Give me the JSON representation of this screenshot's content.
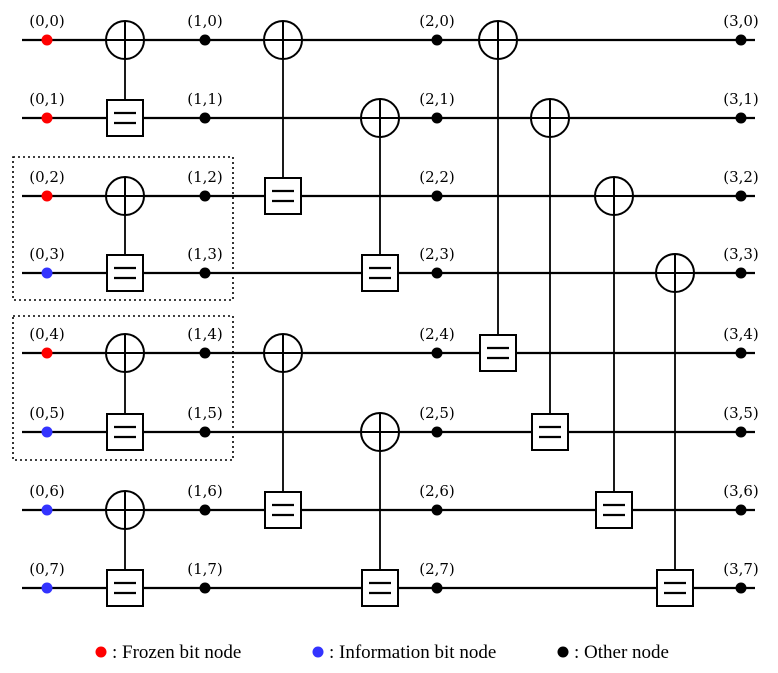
{
  "colors": {
    "frozen": "#ff0000",
    "information": "#3333ff",
    "other": "#000000"
  },
  "legend": [
    {
      "type": "frozen",
      "label": ": Frozen bit node"
    },
    {
      "type": "information",
      "label": ": Information bit node"
    },
    {
      "type": "other",
      "label": ": Other node"
    }
  ],
  "input_node_types": [
    "frozen",
    "frozen",
    "frozen",
    "information",
    "frozen",
    "information",
    "information",
    "information"
  ],
  "node_labels": [
    [
      "(0,0)",
      "(0,1)",
      "(0,2)",
      "(0,3)",
      "(0,4)",
      "(0,5)",
      "(0,6)",
      "(0,7)"
    ],
    [
      "(1,0)",
      "(1,1)",
      "(1,2)",
      "(1,3)",
      "(1,4)",
      "(1,5)",
      "(1,6)",
      "(1,7)"
    ],
    [
      "(2,0)",
      "(2,1)",
      "(2,2)",
      "(2,3)",
      "(2,4)",
      "(2,5)",
      "(2,6)",
      "(2,7)"
    ],
    [
      "(3,0)",
      "(3,1)",
      "(3,2)",
      "(3,3)",
      "(3,4)",
      "(3,5)",
      "(3,6)",
      "(3,7)"
    ]
  ],
  "stages": [
    {
      "pairs": [
        [
          0,
          1
        ],
        [
          2,
          3
        ],
        [
          4,
          5
        ],
        [
          6,
          7
        ]
      ]
    },
    {
      "pairs": [
        [
          0,
          2
        ],
        [
          1,
          3
        ],
        [
          4,
          6
        ],
        [
          5,
          7
        ]
      ]
    },
    {
      "pairs": [
        [
          0,
          4
        ],
        [
          1,
          5
        ],
        [
          2,
          6
        ],
        [
          3,
          7
        ]
      ]
    }
  ]
}
